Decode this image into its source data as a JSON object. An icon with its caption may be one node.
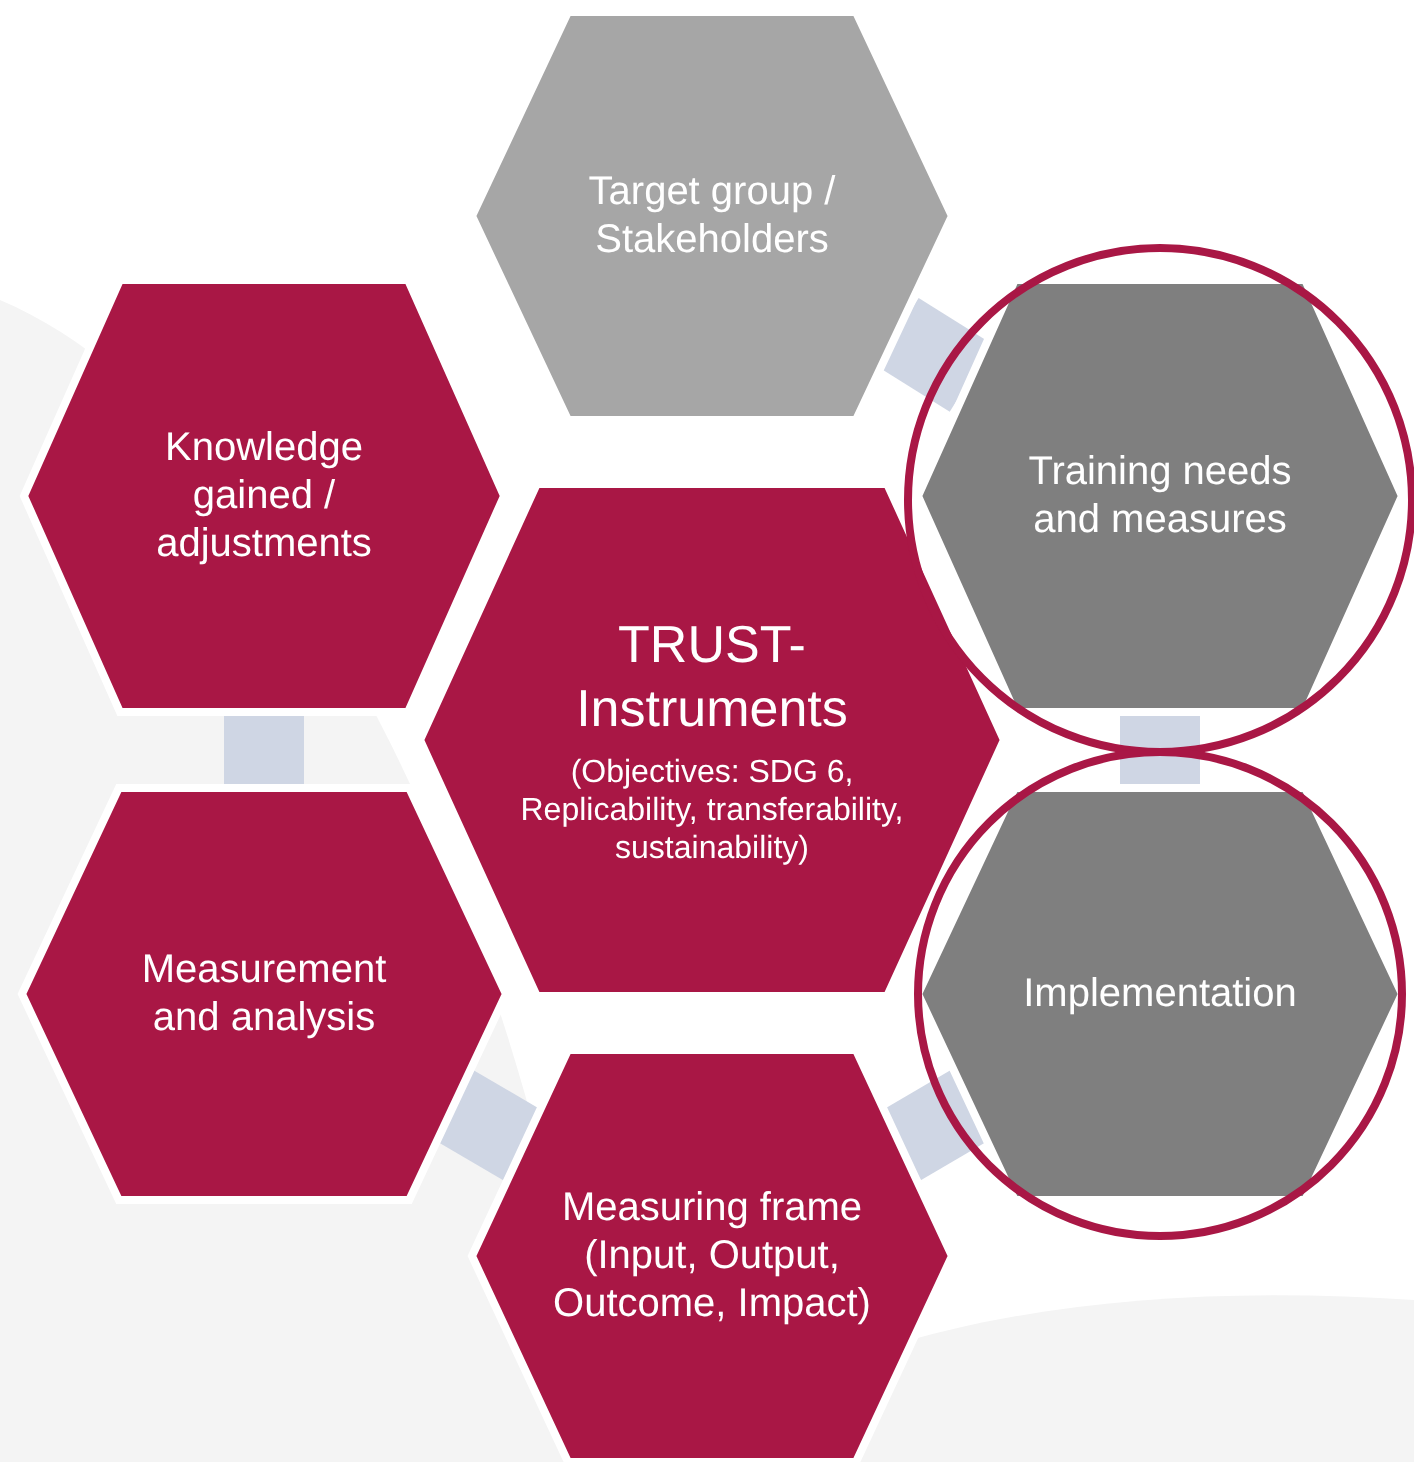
{
  "diagram": {
    "nodes": [
      {
        "text": [
          "Target group / Stakeholders"
        ]
      },
      {
        "text": [
          "Knowledge gained / adjustments"
        ]
      },
      {
        "text": [
          "Training needs and measures"
        ]
      },
      {
        "text": [
          "TRUST-Instruments",
          "(Objectives: SDG 6, Replicability, transferability, sustainability)"
        ]
      },
      {
        "text": [
          "Measurement and analysis"
        ]
      },
      {
        "text": [
          "Implementation"
        ]
      },
      {
        "text": [
          "Measuring frame (Input, Output, Outcome, Impact)"
        ]
      }
    ],
    "edges": [
      {
        "from": 0,
        "to": 2,
        "arrow": "none"
      },
      {
        "from": 2,
        "to": 5,
        "arrow": "none"
      },
      {
        "from": 5,
        "to": 6,
        "arrow": "none"
      },
      {
        "from": 6,
        "to": 4,
        "arrow": "none"
      },
      {
        "from": 4,
        "to": 1,
        "arrow": "none"
      }
    ]
  }
}
